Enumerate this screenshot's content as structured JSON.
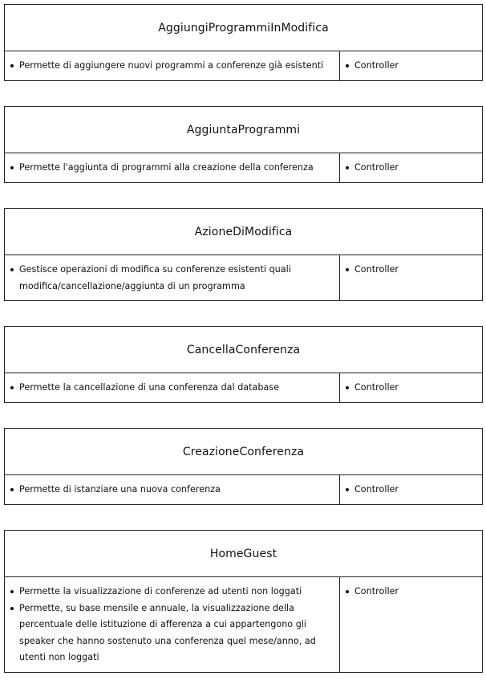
{
  "cards": [
    {
      "title": "AggiungiProgrammiInModifica",
      "descriptions": [
        "Permette di aggiungere nuovi programmi a conferenze già esistenti"
      ],
      "types": [
        "Controller"
      ]
    },
    {
      "title": "AggiuntaProgrammi",
      "descriptions": [
        "Permette l'aggiunta di programmi alla creazione della conferenza"
      ],
      "types": [
        "Controller"
      ]
    },
    {
      "title": "AzioneDiModifica",
      "descriptions": [
        "Gestisce operazioni di modifica su conferenze esistenti quali modifica/cancellazione/aggiunta di un programma"
      ],
      "types": [
        "Controller"
      ]
    },
    {
      "title": "CancellaConferenza",
      "descriptions": [
        "Permette la cancellazione di una conferenza dal database"
      ],
      "types": [
        "Controller"
      ]
    },
    {
      "title": "CreazioneConferenza",
      "descriptions": [
        "Permette di istanziare una nuova conferenza"
      ],
      "types": [
        "Controller"
      ]
    },
    {
      "title": "HomeGuest",
      "descriptions": [
        "Permette la visualizzazione di conferenze ad utenti non loggati",
        "Permette, su base mensile e annuale, la visualizzazione della percentuale delle istituzione di afferenza a cui appartengono gli speaker che hanno sostenuto una conferenza quel mese/anno, ad utenti non loggati"
      ],
      "types": [
        "Controller"
      ]
    }
  ]
}
